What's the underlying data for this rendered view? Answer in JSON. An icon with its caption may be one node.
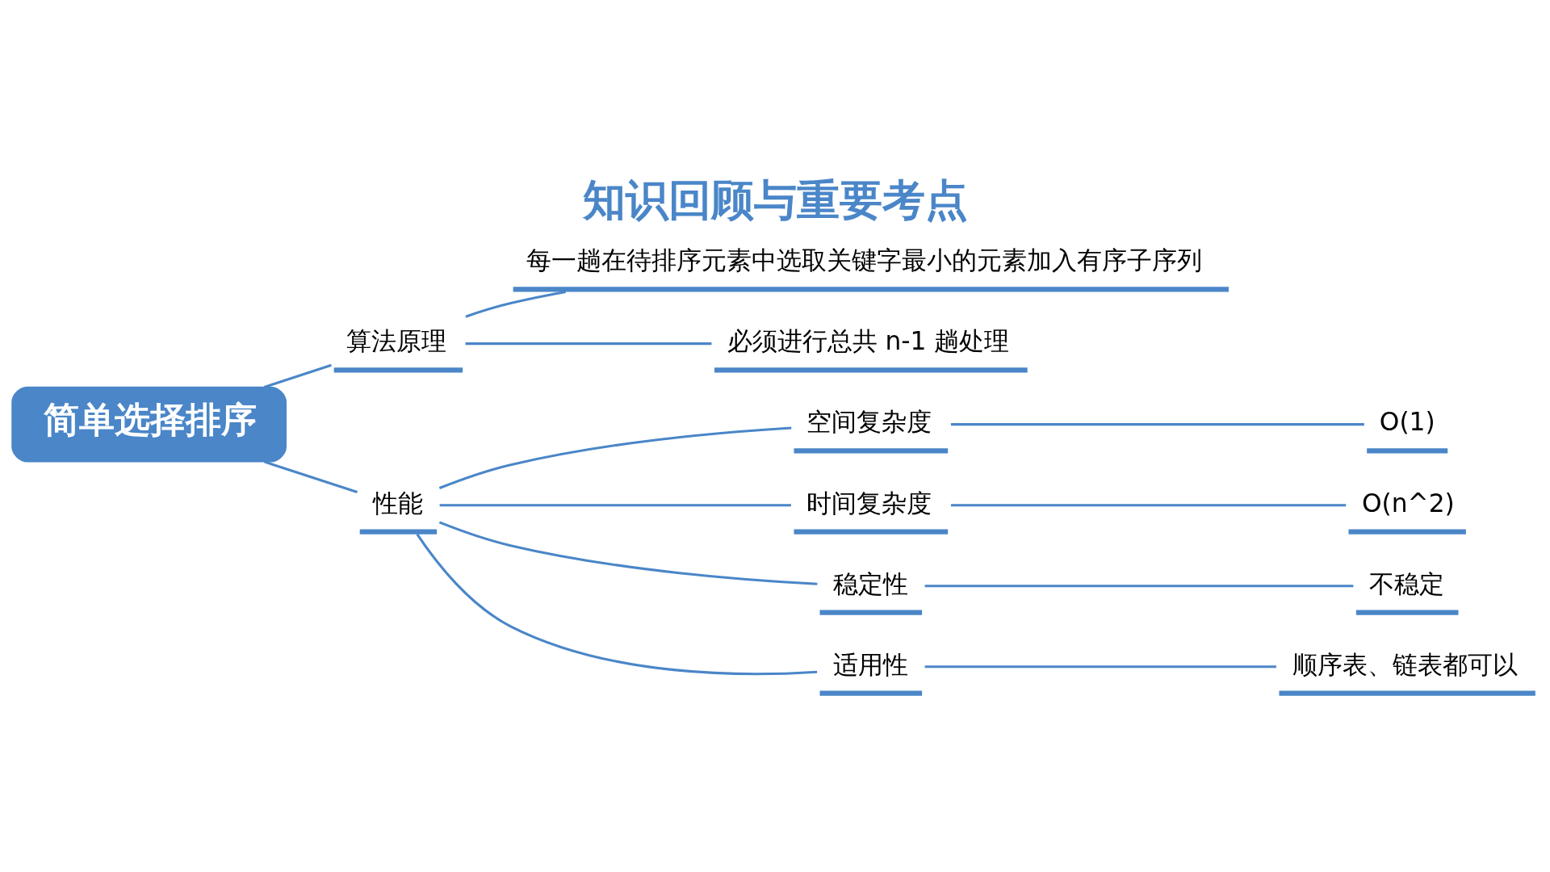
{
  "diagram": {
    "title": "知识回顾与重要考点",
    "nodes": [
      {
        "text": [
          "简单选择排序"
        ]
      },
      {
        "text": [
          "算法原理"
        ]
      },
      {
        "text": [
          "每一趟在待排序元素中选取关键字最小的元素加入有序子序列"
        ]
      },
      {
        "text": [
          "必须进行总共 n-1 趟处理"
        ]
      },
      {
        "text": [
          "性能"
        ]
      },
      {
        "text": [
          "空间复杂度"
        ]
      },
      {
        "text": [
          "O(1)"
        ]
      },
      {
        "text": [
          "时间复杂度"
        ]
      },
      {
        "text": [
          "O(n^2)"
        ]
      },
      {
        "text": [
          "稳定性"
        ]
      },
      {
        "text": [
          "不稳定"
        ]
      },
      {
        "text": [
          "适用性"
        ]
      },
      {
        "text": [
          "顺序表、链表都可以"
        ]
      }
    ],
    "edges": [
      {
        "from": 0,
        "to": 1,
        "arrow": "none"
      },
      {
        "from": 1,
        "to": 2,
        "arrow": "none"
      },
      {
        "from": 1,
        "to": 3,
        "arrow": "none"
      },
      {
        "from": 0,
        "to": 4,
        "arrow": "none"
      },
      {
        "from": 4,
        "to": 5,
        "arrow": "none"
      },
      {
        "from": 5,
        "to": 6,
        "arrow": "none"
      },
      {
        "from": 4,
        "to": 7,
        "arrow": "none"
      },
      {
        "from": 7,
        "to": 8,
        "arrow": "none"
      },
      {
        "from": 4,
        "to": 9,
        "arrow": "none"
      },
      {
        "from": 9,
        "to": 10,
        "arrow": "none"
      },
      {
        "from": 4,
        "to": 11,
        "arrow": "none"
      },
      {
        "from": 11,
        "to": 12,
        "arrow": "none"
      }
    ]
  }
}
